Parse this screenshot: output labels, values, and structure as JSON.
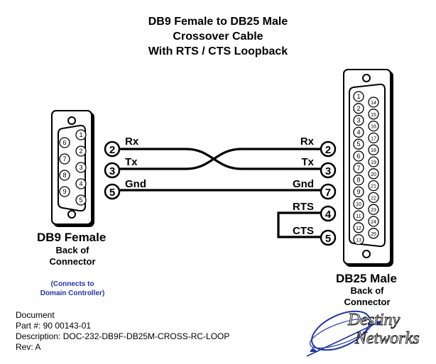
{
  "title": {
    "line1": "DB9 Female to DB25 Male",
    "line2": "Crossover Cable",
    "line3": "With RTS / CTS Loopback"
  },
  "db9": {
    "pins": [
      "1",
      "2",
      "3",
      "4",
      "5",
      "6",
      "7",
      "8",
      "9"
    ],
    "label": "DB9 Female",
    "sub_line1": "Back of",
    "sub_line2": "Connector",
    "note_line1": "(Connects to",
    "note_line2": "Domain Controller)"
  },
  "db25": {
    "pins": [
      "1",
      "2",
      "3",
      "4",
      "5",
      "6",
      "7",
      "8",
      "9",
      "10",
      "11",
      "12",
      "13",
      "14",
      "15",
      "16",
      "17",
      "18",
      "19",
      "20",
      "21",
      "22",
      "23",
      "24",
      "25"
    ],
    "label": "DB25 Male",
    "sub_line1": "Back of",
    "sub_line2": "Connector"
  },
  "wiring": {
    "left": [
      {
        "pin": "2",
        "signal": "Rx"
      },
      {
        "pin": "3",
        "signal": "Tx"
      },
      {
        "pin": "5",
        "signal": "Gnd"
      }
    ],
    "right": [
      {
        "pin": "2",
        "signal": "Rx"
      },
      {
        "pin": "3",
        "signal": "Tx"
      },
      {
        "pin": "7",
        "signal": "Gnd"
      },
      {
        "pin": "4",
        "signal": "RTS"
      },
      {
        "pin": "5",
        "signal": "CTS"
      }
    ]
  },
  "document": {
    "line1": "Document",
    "line2": "Part #: 90 00143-01",
    "line3": "Description: DOC-232-DB9F-DB25M-CROSS-RC-LOOP",
    "line4": "Rev: A"
  },
  "logo": {
    "word1": "Destiny",
    "word2": "Networks",
    "color": "#1f35a8"
  }
}
